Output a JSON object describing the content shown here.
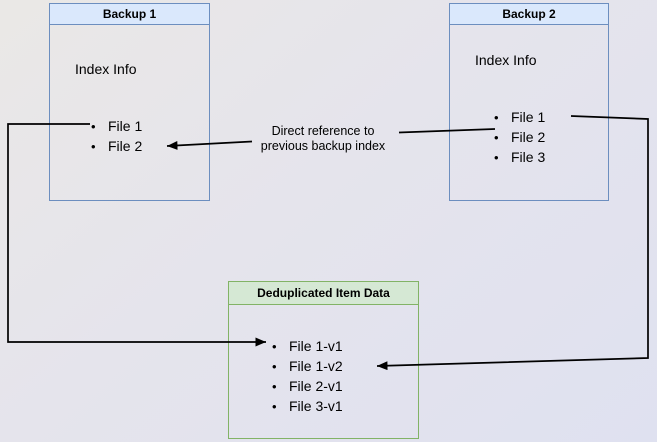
{
  "diagram": {
    "backup1": {
      "title": "Backup 1",
      "subtitle": "Index Info",
      "items": [
        "File 1",
        "File 2"
      ]
    },
    "backup2": {
      "title": "Backup 2",
      "subtitle": "Index Info",
      "items": [
        "File 1",
        "File 2",
        "File 3"
      ]
    },
    "dedup": {
      "title": "Deduplicated Item Data",
      "items": [
        "File 1-v1",
        "File 1-v2",
        "File 2-v1",
        "File 3-v1"
      ]
    },
    "edge_label": "Direct reference to previous backup index",
    "bullet": "•",
    "colors": {
      "backup_box_border": "#6c8ebf",
      "backup_box_header_fill": "#dae8fc",
      "dedup_box_border": "#82b366",
      "dedup_box_header_fill": "#d5e8d4",
      "arrow": "#000000",
      "text": "#000000",
      "background_top_left": "#eae8e6",
      "background_bottom_right": "#dfe1f0"
    }
  }
}
